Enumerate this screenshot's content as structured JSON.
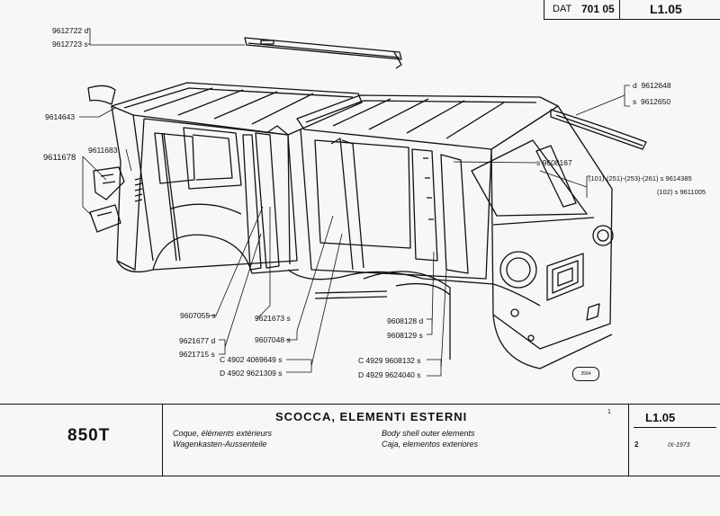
{
  "header": {
    "dat_label": "DAT",
    "dat_number": "701 05",
    "ref": "L1.05"
  },
  "parts": {
    "p9612722": "9612722",
    "p9612722_side": "d",
    "p9612723": "9612723",
    "p9612723_side": "s",
    "p9614643": "9614643",
    "p9611683": "9611683",
    "p9611678": "9611678",
    "p9612648_side": "d",
    "p9612648": "9612648",
    "p9612650_side": "s",
    "p9612650": "9612650",
    "p9608167_side": "s",
    "p9608167": "9608167",
    "p9614385_codes": "(101)-(251)-(253)-(261)",
    "p9614385_side": "s",
    "p9614385": "9614385",
    "p9611005_codes": "(102)",
    "p9611005_side": "s",
    "p9611005": "9611005",
    "p9607055": "9607055",
    "p9607055_side": "s",
    "p9621673": "9621673",
    "p9621673_side": "s",
    "p9621677": "9621677",
    "p9621677_side": "d",
    "p9621715": "9621715",
    "p9621715_side": "s",
    "p9607048": "9607048",
    "p9607048_side": "s",
    "p4069649_prefix": "C",
    "p4069649_code": "4902",
    "p4069649": "4069649",
    "p4069649_side": "s",
    "p9621309_prefix": "D",
    "p9621309_code": "4902",
    "p9621309": "9621309",
    "p9621309_side": "s",
    "p9608128": "9608128",
    "p9608128_side": "d",
    "p9608129": "9608129",
    "p9608129_side": "s",
    "p9608132_prefix": "C",
    "p9608132_code": "4929",
    "p9608132": "9608132",
    "p9608132_side": "s",
    "p9624040_prefix": "D",
    "p9624040_code": "4929",
    "p9624040": "9624040",
    "p9624040_side": "s"
  },
  "drawing_number": "3564",
  "footer": {
    "model": "850T",
    "title": "SCOCCA, ELEMENTI ESTERNI",
    "mark": "1",
    "fr": "Coque, éléments extérieurs",
    "de": "Wagenkasten-Aussenteile",
    "en": "Body shell outer elements",
    "es": "Caja, elementos exteriores",
    "ref": "L1.05",
    "sheet": "2",
    "date": "IX-1973"
  }
}
